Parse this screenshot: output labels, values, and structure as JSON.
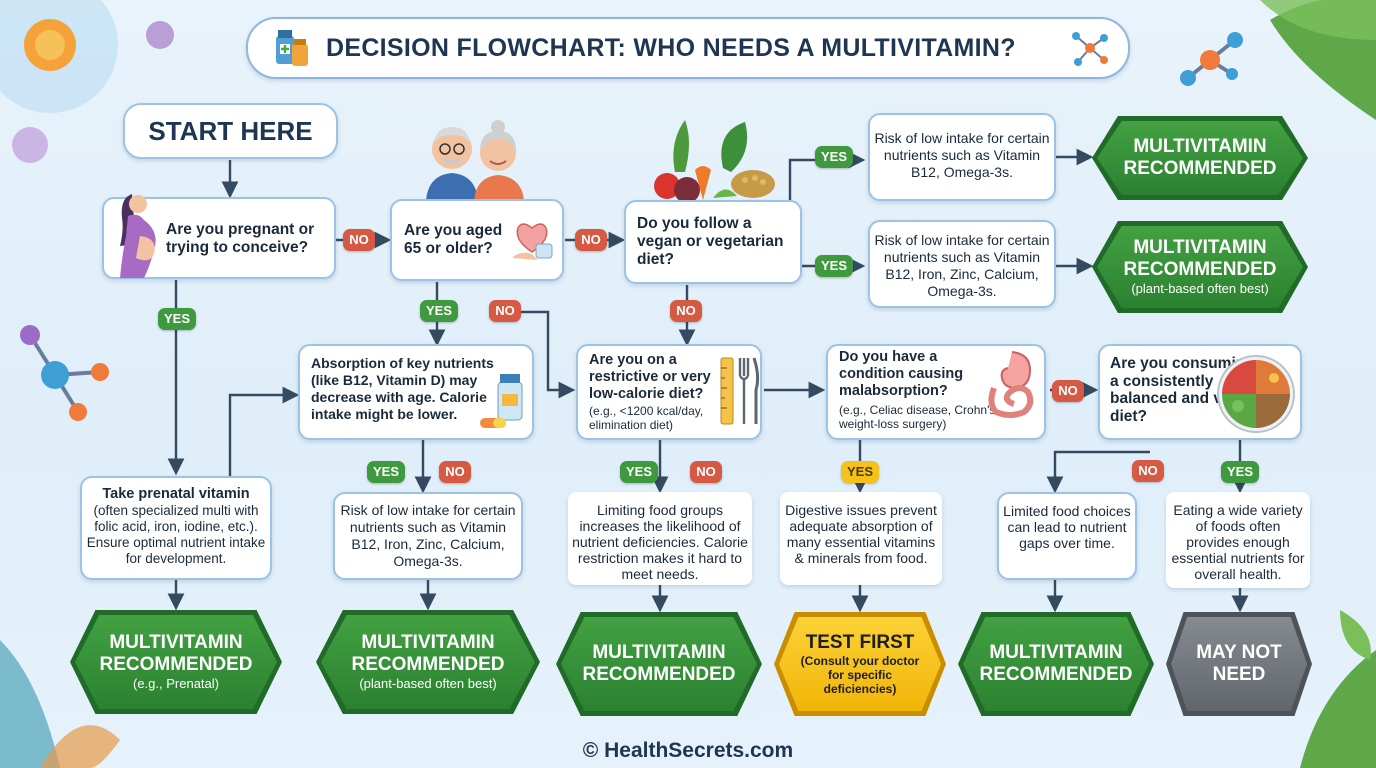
{
  "title": "DECISION FLOWCHART: WHO NEEDS A MULTIVITAMIN?",
  "start": "START HERE",
  "labels": {
    "yes": "YES",
    "no": "NO"
  },
  "questions": {
    "pregnant": "Are you pregnant or trying to conceive?",
    "aged": "Are you aged 65 or older?",
    "vegan": "Do you follow a vegan or vegetarian diet?",
    "restrictive": "Are you on a restrictive or very low-calorie diet?",
    "restrictive_note": "(e.g., <1200 kcal/day, elimination diet)",
    "malabsorption": "Do you have a condition causing malabsorption?",
    "malabsorption_note": "(e.g., Celiac disease, Crohn's, weight-loss surgery)",
    "balanced": "Are you consuming a consistently balanced and varied diet?"
  },
  "info": {
    "vegan_yes_top": "Risk of low intake for certain nutrients such as Vitamin B12, Omega-3s.",
    "vegan_yes_mid": "Risk of low intake for certain nutrients such as Vitamin B12, Iron, Zinc, Calcium, Omega-3s.",
    "absorption": "Absorption of key nutrients (like B12, Vitamin D) may decrease with age. Calorie intake might be lower.",
    "prenatal": "Take prenatal vitamin",
    "prenatal_note": "(often specialized multi with folic acid, iron, iodine, etc.). Ensure optimal nutrient intake for development.",
    "aged_risk": "Risk of low intake for certain nutrients such as Vitamin B12, Iron, Zinc, Calcium, Omega-3s.",
    "restrictive": "Limiting food groups increases the likelihood of nutrient deficiencies. Calorie restriction makes it hard to meet needs.",
    "digestive": "Digestive issues prevent adequate absorption of many essential vitamins & minerals from food.",
    "limited": "Limited food choices can lead to nutrient gaps over time.",
    "variety": "Eating a wide variety of foods often provides enough essential nutrients for overall health."
  },
  "outcomes": {
    "top1": {
      "l1": "MULTIVITAMIN",
      "l2": "RECOMMENDED"
    },
    "top2": {
      "l1": "MULTIVITAMIN",
      "l2": "RECOMMENDED",
      "l3": "(plant-based often best)"
    },
    "b1": {
      "l1": "MULTIVITAMIN",
      "l2": "RECOMMENDED",
      "l3": "(e.g., Prenatal)"
    },
    "b2": {
      "l1": "MULTIVITAMIN",
      "l2": "RECOMMENDED",
      "l3": "(plant-based often best)"
    },
    "b3": {
      "l1": "MULTIVITAMIN",
      "l2": "RECOMMENDED"
    },
    "b4": {
      "l1": "TEST FIRST",
      "l3": "(Consult your doctor for specific deficiencies)"
    },
    "b5": {
      "l1": "MULTIVITAMIN",
      "l2": "RECOMMENDED"
    },
    "b6": {
      "l1": "MAY NOT",
      "l2": "NEED"
    }
  },
  "footer": "© HealthSecrets.com",
  "colors": {
    "yes": "#3f9a3f",
    "no": "#d65a43",
    "test": "#f4c21a",
    "neutral": "#707780",
    "border": "#9cc3e6"
  },
  "icons": [
    "vitamin-bottles-icon",
    "molecule-icon",
    "pregnant-woman-icon",
    "elderly-couple-icon",
    "heart-hands-icon",
    "vegetables-icon",
    "supplement-bottle-icon",
    "ruler-cutlery-icon",
    "digestive-system-icon",
    "balanced-plate-icon",
    "leaf-icon",
    "cell-icon"
  ]
}
